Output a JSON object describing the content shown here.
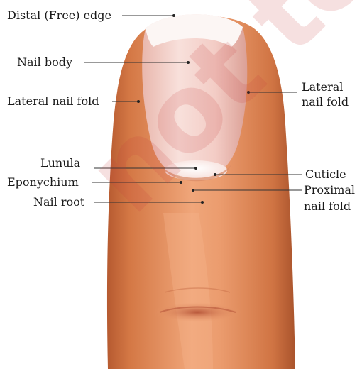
{
  "labels": {
    "distal_edge": "Distal (Free) edge",
    "nail_body": "Nail body",
    "lateral_fold_left": "Lateral nail fold",
    "lateral_fold_right_1": "Lateral",
    "lateral_fold_right_2": "nail fold",
    "lunula": "Lunula",
    "eponychium": "Eponychium",
    "nail_root": "Nail root",
    "cuticle": "Cuticle",
    "proximal_fold_1": "Proximal",
    "proximal_fold_2": "nail fold"
  },
  "watermark": {
    "text": "not to be"
  },
  "colors": {
    "skin": "#e58f5e",
    "skin_shadow": "#b95f35",
    "nail": "#f4d5d0",
    "free_edge": "#fbf6f4",
    "lunula": "#fcf1ee",
    "leader_line": "#333333",
    "watermark": "#c43c3c"
  }
}
